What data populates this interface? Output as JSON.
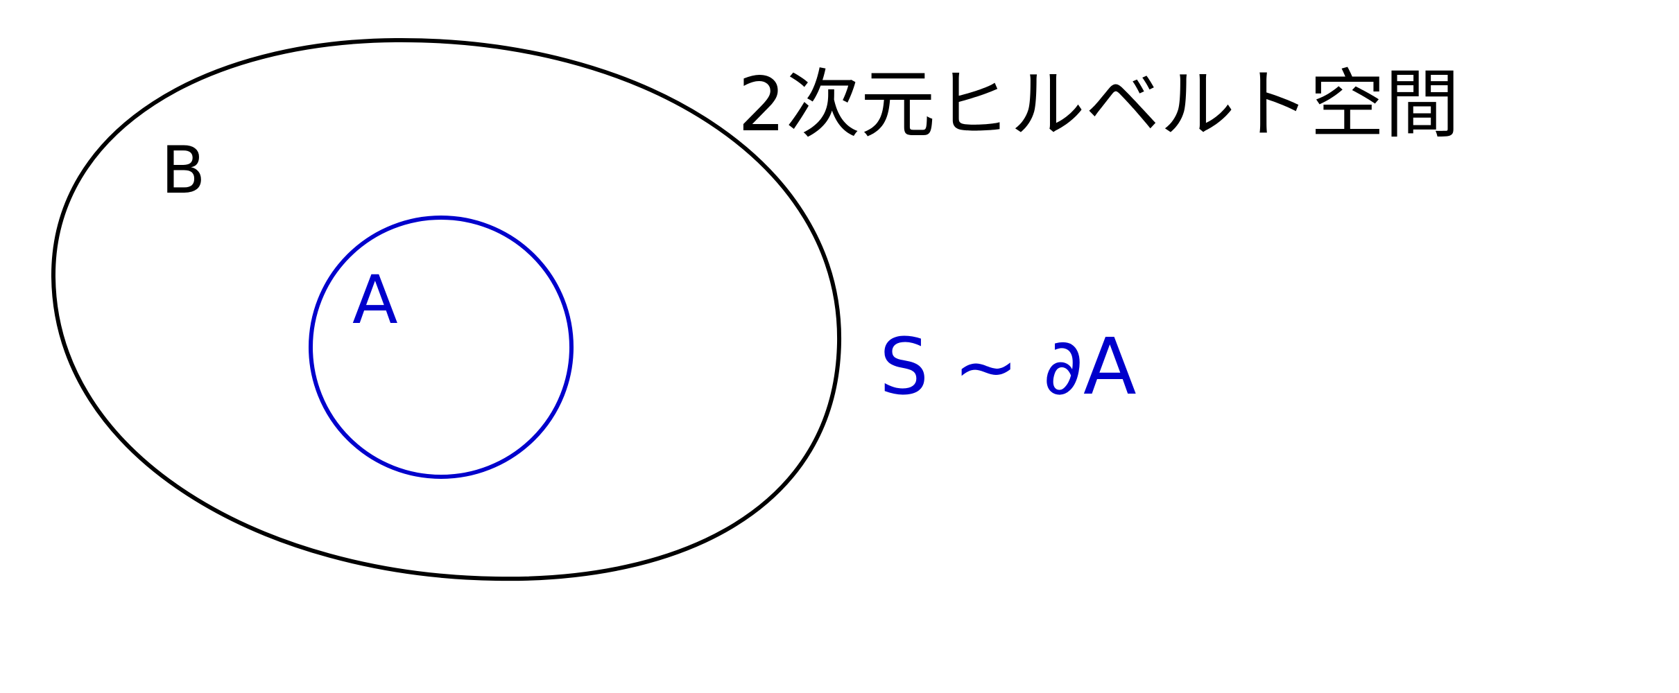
{
  "diagram": {
    "outer_set": {
      "label": "B",
      "color": "#000000"
    },
    "inner_set": {
      "label": "A",
      "color": "#0000cc"
    },
    "space_label": "2次元ヒルベルト空間",
    "relation_label": "S ~ ∂A",
    "colors": {
      "background": "#ffffff",
      "ink_black": "#000000",
      "ink_blue": "#0000cc"
    }
  }
}
